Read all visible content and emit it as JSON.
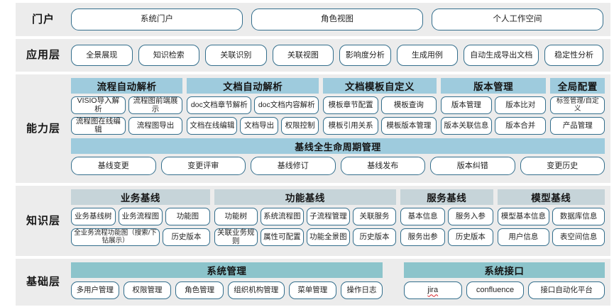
{
  "portal": {
    "label": "门户",
    "items": [
      "系统门户",
      "角色视图",
      "个人工作空间"
    ]
  },
  "application": {
    "label": "应用层",
    "items": [
      "全景展现",
      "知识检索",
      "关联识别",
      "关联视图",
      "影响度分析",
      "生成用例",
      "自动生成导出文档",
      "稳定性分析"
    ]
  },
  "capability": {
    "label": "能力层",
    "groups": [
      {
        "title": "流程自动解析",
        "rows": [
          [
            "VISIO导入解析",
            "流程图前端展示"
          ],
          [
            "流程图在线编辑",
            "流程图导出"
          ]
        ]
      },
      {
        "title": "文档自动解析",
        "rows": [
          [
            "doc文档章节解析",
            "doc文档内容解析"
          ],
          [
            "文档在线编辑",
            "文档导出",
            "权限控制"
          ]
        ]
      },
      {
        "title": "文档模板自定义",
        "rows": [
          [
            "模板章节配置",
            "模板查询"
          ],
          [
            "模板引用关系",
            "模板版本管理"
          ]
        ]
      },
      {
        "title": "版本管理",
        "rows": [
          [
            "版本管理",
            "版本比对"
          ],
          [
            "版本关联信息",
            "版本合并"
          ]
        ]
      },
      {
        "title": "全局配置",
        "rows": [
          [
            "标签管理/自定义"
          ],
          [
            "产品管理"
          ]
        ]
      }
    ],
    "baseline": {
      "title": "基线全生命周期管理",
      "items": [
        "基线变更",
        "变更评审",
        "基线修订",
        "基线发布",
        "版本纠错",
        "变更历史"
      ]
    }
  },
  "knowledge": {
    "label": "知识层",
    "groups": [
      {
        "title": "业务基线",
        "rows": [
          [
            "业务基线树",
            "业务流程图",
            "功能图"
          ],
          [
            "全业务流程功能图（搜索/下钻展示）",
            "历史版本"
          ]
        ]
      },
      {
        "title": "功能基线",
        "rows": [
          [
            "功能树",
            "系统流程图",
            "子流程管理",
            "关联服务"
          ],
          [
            "关联业务规则",
            "属性可配置",
            "功能全景图",
            "历史版本"
          ]
        ]
      },
      {
        "title": "服务基线",
        "rows": [
          [
            "基本信息",
            "服务入参"
          ],
          [
            "服务出参",
            "历史版本"
          ]
        ]
      },
      {
        "title": "模型基线",
        "rows": [
          [
            "模型基本信息",
            "数据库信息"
          ],
          [
            "用户信息",
            "表空间信息"
          ]
        ]
      }
    ]
  },
  "foundation": {
    "label": "基础层",
    "groups": [
      {
        "title": "系统管理",
        "rows": [
          [
            "多用户管理",
            "权限管理",
            "角色管理",
            "组织机构管理",
            "菜单管理",
            "操作日志"
          ]
        ]
      },
      {
        "title": "系统接口",
        "rows": [
          [
            "jira",
            "confluence",
            "接口自动化平台"
          ]
        ]
      }
    ]
  },
  "colors": {
    "band_bg": "#ececec",
    "btn_border": "#336e8c",
    "capability_header": "#9ecbdd",
    "knowledge_header": "#c6d4d9",
    "foundation_header": "#8cc4cb",
    "spellcheck_underline": "#d7262b"
  }
}
